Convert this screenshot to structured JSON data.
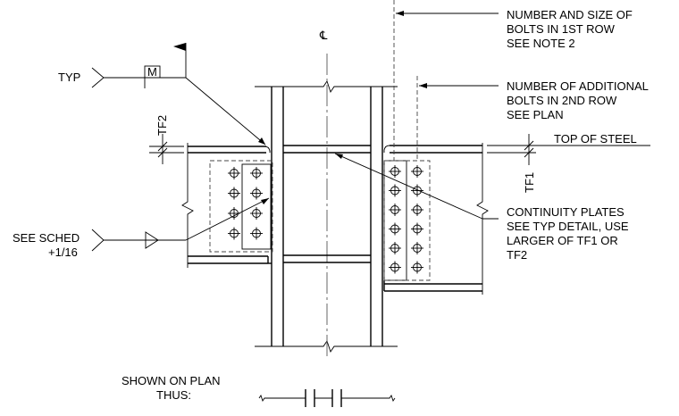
{
  "labels": {
    "centerline": "℄",
    "note_bolts_first_row": [
      "NUMBER AND SIZE OF",
      "BOLTS IN 1ST ROW",
      "SEE NOTE 2"
    ],
    "note_bolts_second_row": [
      "NUMBER OF ADDITIONAL",
      "BOLTS IN 2ND ROW",
      "SEE PLAN"
    ],
    "top_of_steel": "TOP OF STEEL",
    "tf1": "TF1",
    "tf2": "TF2",
    "typ": "TYP",
    "weld_symbol_letter": "M",
    "see_sched": "SEE SCHED",
    "plus_1_16": "+1/16",
    "continuity_plates": [
      "CONTINUITY PLATES",
      "SEE TYP DETAIL, USE",
      "LARGER OF TF1 OR",
      "TF2"
    ],
    "shown_on_plan": [
      "SHOWN ON PLAN",
      "THUS:"
    ]
  },
  "bolts": {
    "left_plate_rows": 4,
    "left_plate_cols": 2,
    "right_plate_rows": 6,
    "right_plate_cols": 2
  }
}
